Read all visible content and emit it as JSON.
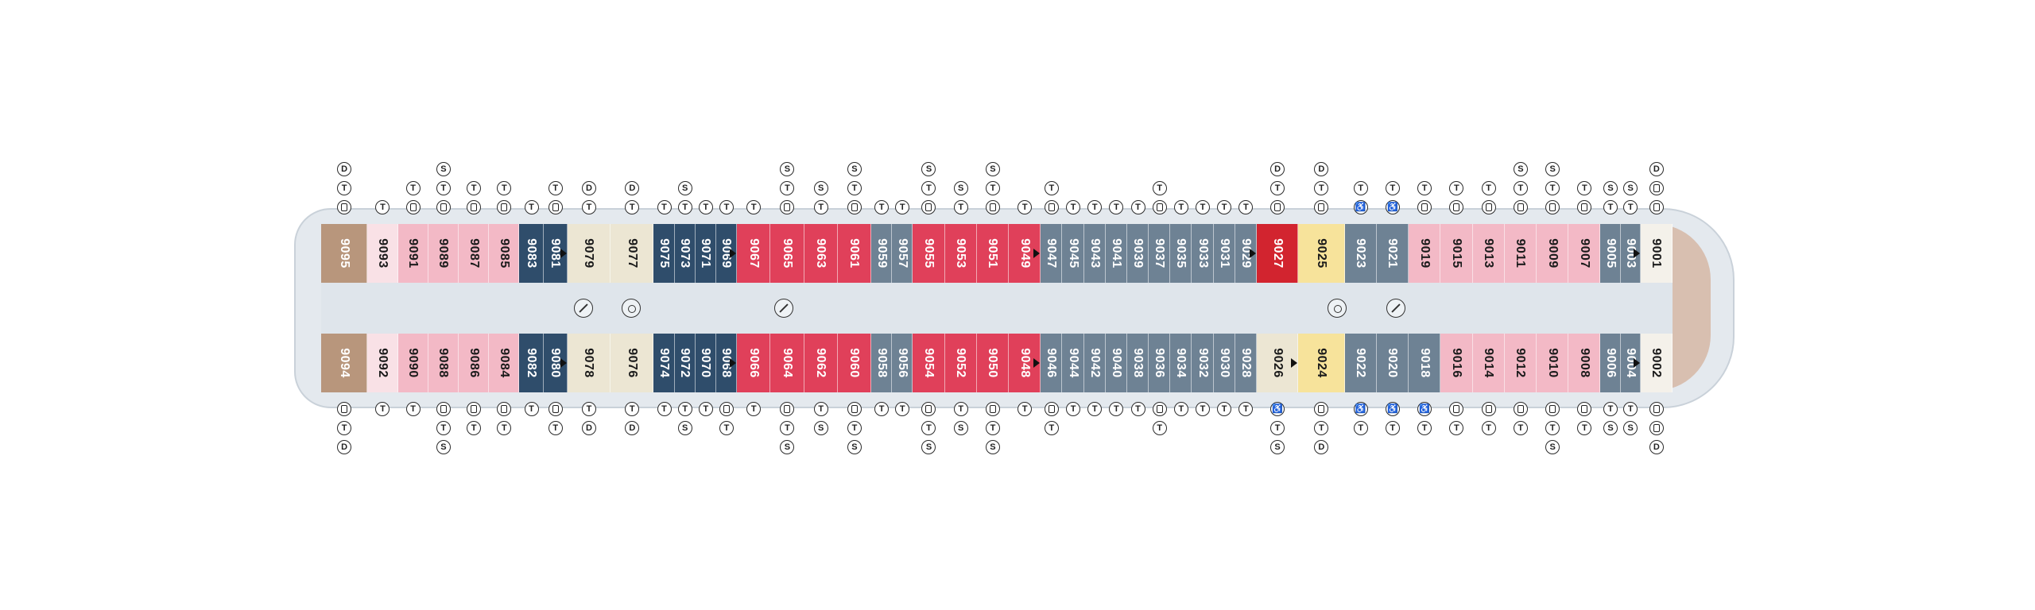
{
  "colors": {
    "pink": "#f3b9c6",
    "light_pink": "#f9e1e6",
    "red": "#e0405a",
    "crimson": "#d2242f",
    "navy": "#2f4d6b",
    "slate": "#6e8294",
    "cream": "#ece6d3",
    "yellow": "#f7e39b",
    "tan": "#b8967c",
    "nearwhite": "#f4f1ea"
  },
  "top_row": [
    {
      "n": "9095",
      "c": "tan",
      "w": 58,
      "icons": [
        "shower",
        "T",
        "D"
      ]
    },
    {
      "n": "9093",
      "c": "light_pink",
      "w": 38,
      "icons": [
        "T"
      ]
    },
    {
      "n": "9091",
      "c": "pink",
      "w": 38,
      "icons": [
        "shower",
        "T"
      ]
    },
    {
      "n": "9089",
      "c": "pink",
      "w": 38,
      "icons": [
        "shower",
        "T",
        "S"
      ]
    },
    {
      "n": "9087",
      "c": "pink",
      "w": 38,
      "icons": [
        "shower",
        "T"
      ]
    },
    {
      "n": "9085",
      "c": "pink",
      "w": 38,
      "icons": [
        "shower",
        "T"
      ]
    },
    {
      "n": "9083",
      "c": "navy",
      "w": 30,
      "icons": [
        "T"
      ]
    },
    {
      "n": "9081",
      "c": "navy",
      "w": 30,
      "icons": [
        "shower",
        "T"
      ],
      "arrow": true
    },
    {
      "n": "9079",
      "c": "cream",
      "w": 54,
      "icons": [
        "T",
        "D"
      ]
    },
    {
      "n": "9077",
      "c": "cream",
      "w": 54,
      "icons": [
        "T",
        "D"
      ]
    },
    {
      "n": "9075",
      "c": "navy",
      "w": 26,
      "icons": [
        "T"
      ]
    },
    {
      "n": "9073",
      "c": "navy",
      "w": 26,
      "icons": [
        "T",
        "S"
      ]
    },
    {
      "n": "9071",
      "c": "navy",
      "w": 26,
      "icons": [
        "T"
      ]
    },
    {
      "n": "9069",
      "c": "navy",
      "w": 26,
      "icons": [
        "T"
      ],
      "arrow": true
    },
    {
      "n": "9067",
      "c": "red",
      "w": 42,
      "icons": [
        "T"
      ]
    },
    {
      "n": "9065",
      "c": "red",
      "w": 42,
      "icons": [
        "shower",
        "T",
        "S"
      ]
    },
    {
      "n": "9063",
      "c": "red",
      "w": 42,
      "icons": [
        "T",
        "S"
      ]
    },
    {
      "n": "9061",
      "c": "red",
      "w": 42,
      "icons": [
        "shower",
        "T",
        "S"
      ]
    },
    {
      "n": "9059",
      "c": "slate",
      "w": 26,
      "icons": [
        "T"
      ]
    },
    {
      "n": "9057",
      "c": "slate",
      "w": 26,
      "icons": [
        "T"
      ]
    },
    {
      "n": "9055",
      "c": "red",
      "w": 40,
      "icons": [
        "shower",
        "T",
        "S"
      ]
    },
    {
      "n": "9053",
      "c": "red",
      "w": 40,
      "icons": [
        "T",
        "S"
      ]
    },
    {
      "n": "9051",
      "c": "red",
      "w": 40,
      "icons": [
        "shower",
        "T",
        "S"
      ]
    },
    {
      "n": "9049",
      "c": "red",
      "w": 40,
      "icons": [
        "T"
      ],
      "arrow": true
    },
    {
      "n": "9047",
      "c": "slate",
      "w": 27,
      "icons": [
        "shower",
        "T"
      ]
    },
    {
      "n": "9045",
      "c": "slate",
      "w": 27,
      "icons": [
        "T"
      ]
    },
    {
      "n": "9043",
      "c": "slate",
      "w": 27,
      "icons": [
        "T"
      ]
    },
    {
      "n": "9041",
      "c": "slate",
      "w": 27,
      "icons": [
        "T"
      ]
    },
    {
      "n": "9039",
      "c": "slate",
      "w": 27,
      "icons": [
        "T"
      ]
    },
    {
      "n": "9037",
      "c": "slate",
      "w": 27,
      "icons": [
        "shower",
        "T"
      ]
    },
    {
      "n": "9035",
      "c": "slate",
      "w": 27,
      "icons": [
        "T"
      ]
    },
    {
      "n": "9033",
      "c": "slate",
      "w": 27,
      "icons": [
        "T"
      ]
    },
    {
      "n": "9031",
      "c": "slate",
      "w": 27,
      "icons": [
        "T"
      ]
    },
    {
      "n": "9029",
      "c": "slate",
      "w": 27,
      "icons": [
        "T"
      ],
      "arrow": true
    },
    {
      "n": "9027",
      "c": "crimson",
      "w": 52,
      "icons": [
        "shower",
        "T",
        "D"
      ]
    },
    {
      "n": "9025",
      "c": "yellow",
      "w": 58,
      "icons": [
        "shower",
        "T",
        "D"
      ]
    },
    {
      "n": "9023",
      "c": "slate",
      "w": 40,
      "icons": [
        "access",
        "T"
      ]
    },
    {
      "n": "9021",
      "c": "slate",
      "w": 40,
      "icons": [
        "access",
        "T"
      ]
    },
    {
      "n": "9019",
      "c": "pink",
      "w": 40,
      "icons": [
        "shower",
        "T"
      ]
    },
    {
      "n": "9015",
      "c": "pink",
      "w": 40,
      "icons": [
        "shower",
        "T"
      ]
    },
    {
      "n": "9013",
      "c": "pink",
      "w": 40,
      "icons": [
        "shower",
        "T"
      ]
    },
    {
      "n": "9011",
      "c": "pink",
      "w": 40,
      "icons": [
        "shower",
        "T",
        "S"
      ]
    },
    {
      "n": "9009",
      "c": "pink",
      "w": 40,
      "icons": [
        "shower",
        "T",
        "S"
      ]
    },
    {
      "n": "9007",
      "c": "pink",
      "w": 40,
      "icons": [
        "shower",
        "T"
      ]
    },
    {
      "n": "9005",
      "c": "slate",
      "w": 25,
      "icons": [
        "T",
        "S"
      ]
    },
    {
      "n": "9003",
      "c": "slate",
      "w": 25,
      "icons": [
        "T",
        "S"
      ],
      "arrow": true
    },
    {
      "n": "9001",
      "c": "nearwhite",
      "w": 40,
      "icons": [
        "shower",
        "shower",
        "D"
      ]
    }
  ],
  "bottom_row": [
    {
      "n": "9094",
      "c": "tan",
      "w": 58,
      "icons": [
        "shower",
        "T",
        "D"
      ]
    },
    {
      "n": "9092",
      "c": "light_pink",
      "w": 38,
      "icons": [
        "T"
      ]
    },
    {
      "n": "9090",
      "c": "pink",
      "w": 38,
      "icons": [
        "T"
      ]
    },
    {
      "n": "9088",
      "c": "pink",
      "w": 38,
      "icons": [
        "shower",
        "T",
        "S"
      ]
    },
    {
      "n": "9086",
      "c": "pink",
      "w": 38,
      "icons": [
        "shower",
        "T"
      ]
    },
    {
      "n": "9084",
      "c": "pink",
      "w": 38,
      "icons": [
        "shower",
        "T"
      ]
    },
    {
      "n": "9082",
      "c": "navy",
      "w": 30,
      "icons": [
        "T"
      ]
    },
    {
      "n": "9080",
      "c": "navy",
      "w": 30,
      "icons": [
        "shower",
        "T"
      ],
      "arrow": true
    },
    {
      "n": "9078",
      "c": "cream",
      "w": 54,
      "icons": [
        "T",
        "D"
      ]
    },
    {
      "n": "9076",
      "c": "cream",
      "w": 54,
      "icons": [
        "T",
        "D"
      ]
    },
    {
      "n": "9074",
      "c": "navy",
      "w": 26,
      "icons": [
        "T"
      ]
    },
    {
      "n": "9072",
      "c": "navy",
      "w": 26,
      "icons": [
        "T",
        "S"
      ]
    },
    {
      "n": "9070",
      "c": "navy",
      "w": 26,
      "icons": [
        "T"
      ]
    },
    {
      "n": "9068",
      "c": "navy",
      "w": 26,
      "icons": [
        "shower",
        "T"
      ],
      "arrow": true
    },
    {
      "n": "9066",
      "c": "red",
      "w": 42,
      "icons": [
        "T"
      ]
    },
    {
      "n": "9064",
      "c": "red",
      "w": 42,
      "icons": [
        "shower",
        "T",
        "S"
      ]
    },
    {
      "n": "9062",
      "c": "red",
      "w": 42,
      "icons": [
        "T",
        "S"
      ]
    },
    {
      "n": "9060",
      "c": "red",
      "w": 42,
      "icons": [
        "shower",
        "T",
        "S"
      ]
    },
    {
      "n": "9058",
      "c": "slate",
      "w": 26,
      "icons": [
        "T"
      ]
    },
    {
      "n": "9056",
      "c": "slate",
      "w": 26,
      "icons": [
        "T"
      ]
    },
    {
      "n": "9054",
      "c": "red",
      "w": 40,
      "icons": [
        "shower",
        "T",
        "S"
      ]
    },
    {
      "n": "9052",
      "c": "red",
      "w": 40,
      "icons": [
        "T",
        "S"
      ]
    },
    {
      "n": "9050",
      "c": "red",
      "w": 40,
      "icons": [
        "shower",
        "T",
        "S"
      ]
    },
    {
      "n": "9048",
      "c": "red",
      "w": 40,
      "icons": [
        "T"
      ],
      "arrow": true
    },
    {
      "n": "9046",
      "c": "slate",
      "w": 27,
      "icons": [
        "shower",
        "T"
      ]
    },
    {
      "n": "9044",
      "c": "slate",
      "w": 27,
      "icons": [
        "T"
      ]
    },
    {
      "n": "9042",
      "c": "slate",
      "w": 27,
      "icons": [
        "T"
      ]
    },
    {
      "n": "9040",
      "c": "slate",
      "w": 27,
      "icons": [
        "T"
      ]
    },
    {
      "n": "9038",
      "c": "slate",
      "w": 27,
      "icons": [
        "T"
      ]
    },
    {
      "n": "9036",
      "c": "slate",
      "w": 27,
      "icons": [
        "shower",
        "T"
      ]
    },
    {
      "n": "9034",
      "c": "slate",
      "w": 27,
      "icons": [
        "T"
      ]
    },
    {
      "n": "9032",
      "c": "slate",
      "w": 27,
      "icons": [
        "T"
      ]
    },
    {
      "n": "9030",
      "c": "slate",
      "w": 27,
      "icons": [
        "T"
      ]
    },
    {
      "n": "9028",
      "c": "slate",
      "w": 27,
      "icons": [
        "T"
      ]
    },
    {
      "n": "9026",
      "c": "cream",
      "w": 52,
      "icons": [
        "access",
        "T",
        "S"
      ],
      "arrow": true
    },
    {
      "n": "9024",
      "c": "yellow",
      "w": 58,
      "icons": [
        "shower",
        "T",
        "D"
      ]
    },
    {
      "n": "9022",
      "c": "slate",
      "w": 40,
      "icons": [
        "access",
        "T"
      ]
    },
    {
      "n": "9020",
      "c": "slate",
      "w": 40,
      "icons": [
        "access",
        "T"
      ]
    },
    {
      "n": "9018",
      "c": "slate",
      "w": 40,
      "icons": [
        "access",
        "T"
      ]
    },
    {
      "n": "9016",
      "c": "pink",
      "w": 40,
      "icons": [
        "shower",
        "T"
      ]
    },
    {
      "n": "9014",
      "c": "pink",
      "w": 40,
      "icons": [
        "shower",
        "T"
      ]
    },
    {
      "n": "9012",
      "c": "pink",
      "w": 40,
      "icons": [
        "shower",
        "T"
      ]
    },
    {
      "n": "9010",
      "c": "pink",
      "w": 40,
      "icons": [
        "shower",
        "T",
        "S"
      ]
    },
    {
      "n": "9008",
      "c": "pink",
      "w": 40,
      "icons": [
        "shower",
        "T"
      ]
    },
    {
      "n": "9006",
      "c": "slate",
      "w": 25,
      "icons": [
        "T",
        "S"
      ]
    },
    {
      "n": "9004",
      "c": "slate",
      "w": 25,
      "icons": [
        "T",
        "S"
      ],
      "arrow": true
    },
    {
      "n": "9002",
      "c": "nearwhite",
      "w": 40,
      "icons": [
        "shower",
        "shower",
        "D"
      ]
    }
  ],
  "features": [
    {
      "type": "elev",
      "name": "escalator-icon"
    },
    {
      "type": "lift",
      "name": "elevator-icon"
    },
    {
      "type": "elev",
      "name": "escalator-icon"
    },
    {
      "type": "lift",
      "name": "elevator-icon"
    },
    {
      "type": "elev",
      "name": "escalator-icon"
    }
  ]
}
